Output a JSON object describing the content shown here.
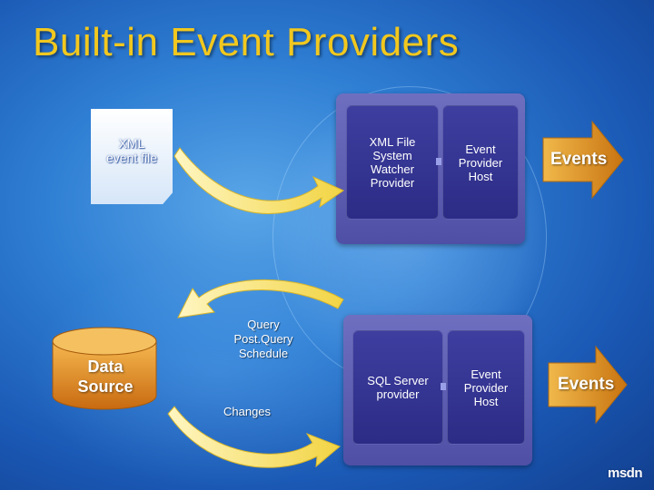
{
  "title": "Built-in Event Providers",
  "xml_file": {
    "label": "XML\nevent file"
  },
  "data_source": {
    "label": "Data\nSource"
  },
  "query_label": "Query\nPost.Query\nSchedule",
  "changes_label": "Changes",
  "top_group": {
    "provider": "XML File\nSystem\nWatcher\nProvider",
    "host": "Event\nProvider\nHost",
    "output": "Events"
  },
  "bottom_group": {
    "provider": "SQL Server\nprovider",
    "host": "Event\nProvider\nHost",
    "output": "Events"
  },
  "logo": "msdn",
  "colors": {
    "title": "#f2c81e",
    "panel": "#5a5ab0",
    "box": "#33338f",
    "arrow_yellow": "#f5e070",
    "arrow_orange": "#e59a26",
    "data_source": "#e8922a"
  }
}
